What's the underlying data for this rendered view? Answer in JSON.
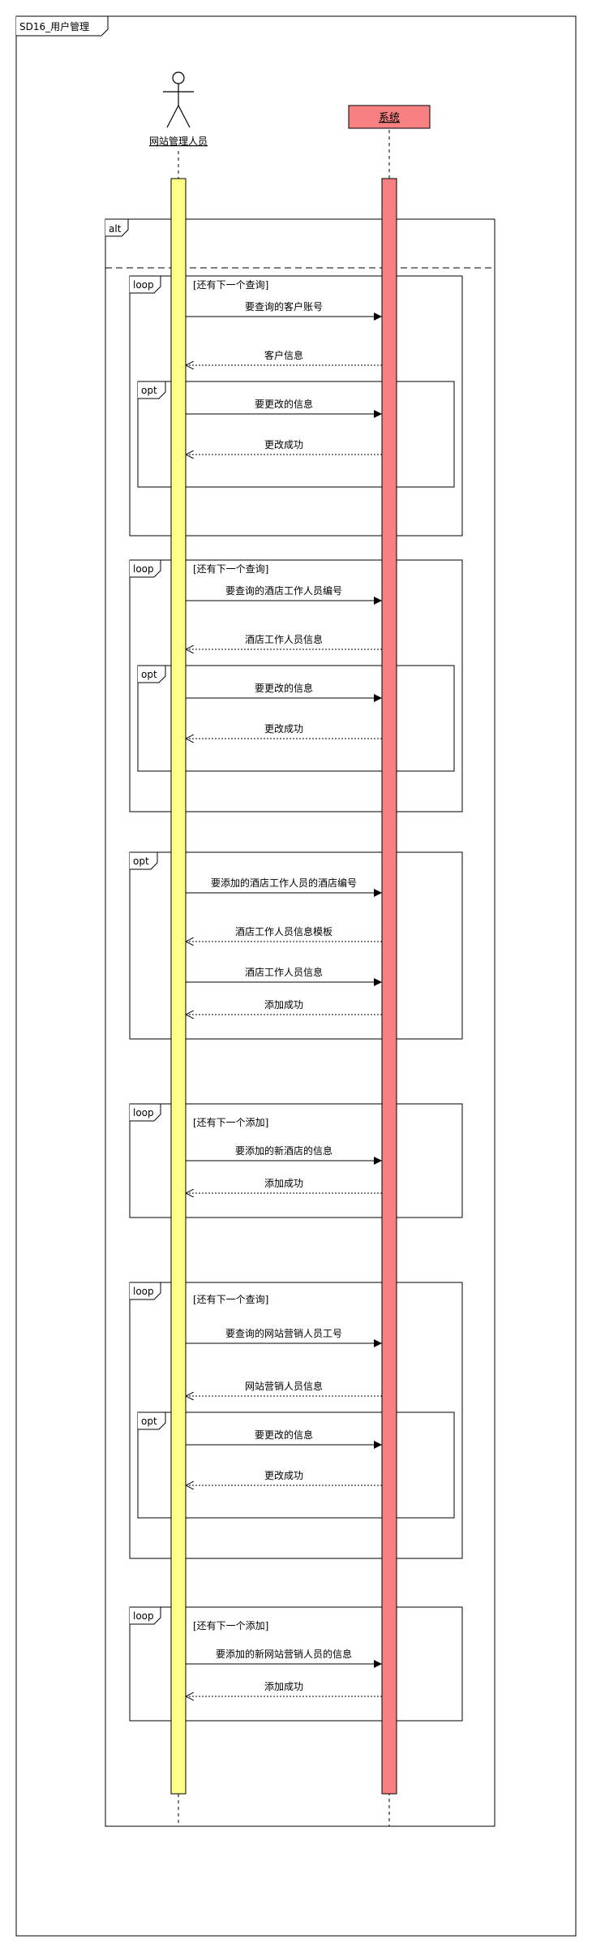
{
  "frame": {
    "title": "SD16_用户管理"
  },
  "actor": {
    "name": "网站管理人员"
  },
  "system": {
    "name": "系统"
  },
  "colors": {
    "activation_actor": "#ffff88",
    "activation_system": "#f88080",
    "system_box": "#f88080",
    "line": "#000000"
  },
  "alt": {
    "label": "alt"
  },
  "fragments": [
    {
      "kind": "loop",
      "guard": "[还有下一个查询]",
      "messages": [
        {
          "dir": "call",
          "text": "要查询的客户账号"
        },
        {
          "dir": "return",
          "text": "客户信息"
        }
      ],
      "inner": {
        "kind": "opt",
        "messages": [
          {
            "dir": "call",
            "text": "要更改的信息"
          },
          {
            "dir": "return",
            "text": "更改成功"
          }
        ]
      }
    },
    {
      "kind": "loop",
      "guard": "[还有下一个查询]",
      "messages": [
        {
          "dir": "call",
          "text": "要查询的酒店工作人员编号"
        },
        {
          "dir": "return",
          "text": "酒店工作人员信息"
        }
      ],
      "inner": {
        "kind": "opt",
        "messages": [
          {
            "dir": "call",
            "text": "要更改的信息"
          },
          {
            "dir": "return",
            "text": "更改成功"
          }
        ]
      }
    },
    {
      "kind": "opt",
      "guard": "",
      "messages": [
        {
          "dir": "call",
          "text": "要添加的酒店工作人员的酒店编号"
        },
        {
          "dir": "return",
          "text": "酒店工作人员信息模板"
        },
        {
          "dir": "call",
          "text": "酒店工作人员信息"
        },
        {
          "dir": "return",
          "text": "添加成功"
        }
      ]
    },
    {
      "kind": "loop",
      "guard": "[还有下一个添加]",
      "messages": [
        {
          "dir": "call",
          "text": "要添加的新酒店的信息"
        },
        {
          "dir": "return",
          "text": "添加成功"
        }
      ]
    },
    {
      "kind": "loop",
      "guard": "[还有下一个查询]",
      "messages": [
        {
          "dir": "call",
          "text": "要查询的网站营销人员工号"
        },
        {
          "dir": "return",
          "text": "网站营销人员信息"
        }
      ],
      "inner": {
        "kind": "opt",
        "messages": [
          {
            "dir": "call",
            "text": "要更改的信息"
          },
          {
            "dir": "return",
            "text": "更改成功"
          }
        ]
      }
    },
    {
      "kind": "loop",
      "guard": "[还有下一个添加]",
      "messages": [
        {
          "dir": "call",
          "text": "要添加的新网站营销人员的信息"
        },
        {
          "dir": "return",
          "text": "添加成功"
        }
      ]
    }
  ]
}
